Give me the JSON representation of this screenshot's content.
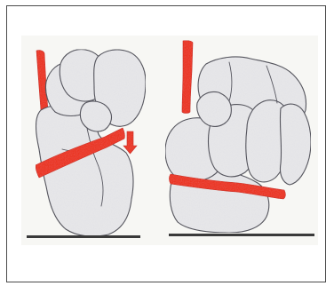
{
  "figure": {
    "panels": [
      {
        "name": "left-bone-stack",
        "items": [
          "bone",
          "bone",
          "bone",
          "bone",
          "bone",
          "red-band",
          "red-marker"
        ]
      },
      {
        "name": "right-bone-stack",
        "items": [
          "bone",
          "bone",
          "bone",
          "bone",
          "bone",
          "bone",
          "bone",
          "red-band",
          "red-marker"
        ]
      }
    ],
    "colors": {
      "bone_fill": "#e7e7ea",
      "bone_shadow": "#d6d6db",
      "bone_stroke": "#4d4d57",
      "highlight": "#ec2d16",
      "highlight_dark": "#c91f0d",
      "ground": "#3a3a3a",
      "panel_bg": "#f7f7f4",
      "frame": "#4a4a4a"
    }
  }
}
